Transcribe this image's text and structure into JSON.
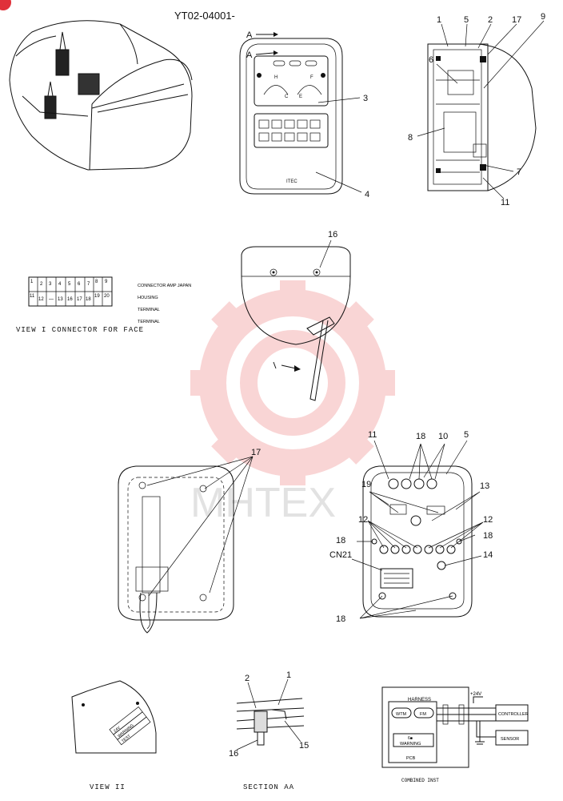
{
  "doc_code": "YT02-04001-",
  "callouts": {
    "a1": "A",
    "a2": "A",
    "c1": "1",
    "c5": "5",
    "c2": "2",
    "c17": "17",
    "c9": "9",
    "c6": "6",
    "c8": "8",
    "c7": "7",
    "c11": "11",
    "c3": "3",
    "c4": "4",
    "c16": "16",
    "b17": "17",
    "r18": "18",
    "r10": "10",
    "r5": "5",
    "r11": "11",
    "r19": "19",
    "r13": "13",
    "r12a": "12",
    "r12b": "12",
    "r18b": "18",
    "r18c": "18",
    "r14": "14",
    "rcn": "CN21",
    "r18d": "18",
    "s2": "2",
    "s1": "1",
    "s16": "16",
    "s15": "15"
  },
  "connector": {
    "row1": [
      "1",
      "2",
      "3",
      "4",
      "5",
      "6",
      "7",
      "8",
      "9"
    ],
    "row2": [
      "11",
      "12",
      "—",
      "13",
      "16",
      "17",
      "18",
      "19",
      "20"
    ],
    "notes": [
      "CONNECTOR AMP JAPAN",
      "HOUSING",
      "TERMINAL",
      "TERMINAL"
    ],
    "caption": "VIEW I CONNECTOR FOR FACE"
  },
  "panel": {
    "gauge_h": "H",
    "gauge_f": "F",
    "gauge_c": "C",
    "gauge_e": "E",
    "brand": "ITEC"
  },
  "view2": {
    "caption": "VIEW II",
    "label_lines": [
      "24V",
      "WARNING",
      "TEST"
    ]
  },
  "section_aa": {
    "caption": "SECTION AA"
  },
  "schematic": {
    "harness": "HARNESS",
    "voltage": "+24V",
    "wtm": "WTM",
    "fm": "FM",
    "warning_top": "6■",
    "warning": "WARNING",
    "pcb": "PCB",
    "controller": "CONTROLLER",
    "sensor": "SENSOR",
    "caption": "COMBINED INST"
  },
  "watermark": "MHTEX",
  "colors": {
    "watermark": "#f08a8a",
    "badge": "#e0303a",
    "ink": "#111111"
  }
}
